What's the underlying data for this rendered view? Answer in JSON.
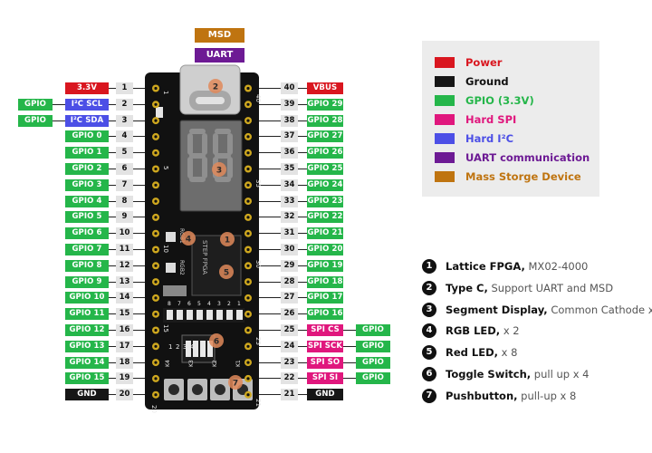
{
  "colors": {
    "power": "#d9161f",
    "ground": "#161616",
    "gpio": "#25b64a",
    "spi": "#e0177d",
    "i2c": "#4c4fe6",
    "uart": "#6d1a94",
    "msd": "#bf7410",
    "pinnum_bg": "#e3e3e3",
    "board": "#111111"
  },
  "top_tags": {
    "msd": "MSD",
    "uart": "UART"
  },
  "left_pins": [
    {
      "num": "1",
      "label": "3.3V",
      "type": "power"
    },
    {
      "num": "2",
      "label": "I²C SCL",
      "type": "i2c",
      "ext": "GPIO"
    },
    {
      "num": "3",
      "label": "I²C SDA",
      "type": "i2c",
      "ext": "GPIO"
    },
    {
      "num": "4",
      "label": "GPIO 0",
      "type": "gpio"
    },
    {
      "num": "5",
      "label": "GPIO 1",
      "type": "gpio"
    },
    {
      "num": "6",
      "label": "GPIO 2",
      "type": "gpio"
    },
    {
      "num": "7",
      "label": "GPIO 3",
      "type": "gpio"
    },
    {
      "num": "8",
      "label": "GPIO 4",
      "type": "gpio"
    },
    {
      "num": "9",
      "label": "GPIO 5",
      "type": "gpio"
    },
    {
      "num": "10",
      "label": "GPIO 6",
      "type": "gpio"
    },
    {
      "num": "11",
      "label": "GPIO 7",
      "type": "gpio"
    },
    {
      "num": "12",
      "label": "GPIO 8",
      "type": "gpio"
    },
    {
      "num": "13",
      "label": "GPIO 9",
      "type": "gpio"
    },
    {
      "num": "14",
      "label": "GPIO 10",
      "type": "gpio"
    },
    {
      "num": "15",
      "label": "GPIO 11",
      "type": "gpio"
    },
    {
      "num": "16",
      "label": "GPIO 12",
      "type": "gpio"
    },
    {
      "num": "17",
      "label": "GPIO 13",
      "type": "gpio"
    },
    {
      "num": "18",
      "label": "GPIO 14",
      "type": "gpio"
    },
    {
      "num": "19",
      "label": "GPIO 15",
      "type": "gpio"
    },
    {
      "num": "20",
      "label": "GND",
      "type": "ground"
    }
  ],
  "right_pins": [
    {
      "num": "40",
      "label": "VBUS",
      "type": "power"
    },
    {
      "num": "39",
      "label": "GPIO 29",
      "type": "gpio"
    },
    {
      "num": "38",
      "label": "GPIO 28",
      "type": "gpio"
    },
    {
      "num": "37",
      "label": "GPIO 27",
      "type": "gpio"
    },
    {
      "num": "36",
      "label": "GPIO 26",
      "type": "gpio"
    },
    {
      "num": "35",
      "label": "GPIO 25",
      "type": "gpio"
    },
    {
      "num": "34",
      "label": "GPIO 24",
      "type": "gpio"
    },
    {
      "num": "33",
      "label": "GPIO 23",
      "type": "gpio"
    },
    {
      "num": "32",
      "label": "GPIO 22",
      "type": "gpio"
    },
    {
      "num": "31",
      "label": "GPIO 21",
      "type": "gpio"
    },
    {
      "num": "30",
      "label": "GPIO 20",
      "type": "gpio"
    },
    {
      "num": "29",
      "label": "GPIO 19",
      "type": "gpio"
    },
    {
      "num": "28",
      "label": "GPIO 18",
      "type": "gpio"
    },
    {
      "num": "27",
      "label": "GPIO 17",
      "type": "gpio"
    },
    {
      "num": "26",
      "label": "GPIO 16",
      "type": "gpio"
    },
    {
      "num": "25",
      "label": "SPI CS",
      "type": "spi",
      "ext": "GPIO"
    },
    {
      "num": "24",
      "label": "SPI SCK",
      "type": "spi",
      "ext": "GPIO"
    },
    {
      "num": "23",
      "label": "SPI SO",
      "type": "spi",
      "ext": "GPIO"
    },
    {
      "num": "22",
      "label": "SPI SI",
      "type": "spi",
      "ext": "GPIO"
    },
    {
      "num": "21",
      "label": "GND",
      "type": "ground"
    }
  ],
  "legend": [
    {
      "label": "Power",
      "type": "power"
    },
    {
      "label": "Ground",
      "type": "ground"
    },
    {
      "label": "GPIO (3.3V)",
      "type": "gpio"
    },
    {
      "label": "Hard SPI",
      "type": "spi"
    },
    {
      "label": "Hard I²C",
      "type": "i2c"
    },
    {
      "label": "UART communication",
      "type": "uart"
    },
    {
      "label": "Mass Storge Device",
      "type": "msd"
    }
  ],
  "features": [
    {
      "num": "1",
      "title": "Lattice FPGA,",
      "detail": " MX02-4000"
    },
    {
      "num": "2",
      "title": "Type C,",
      "detail": " Support UART and MSD"
    },
    {
      "num": "3",
      "title": "Segment Display,",
      "detail": " Common Cathode x 2"
    },
    {
      "num": "4",
      "title": "RGB LED,",
      "detail": " x 2"
    },
    {
      "num": "5",
      "title": "Red LED,",
      "detail": " x 8"
    },
    {
      "num": "6",
      "title": "Toggle Switch,",
      "detail": " pull up x 4"
    },
    {
      "num": "7",
      "title": "Pushbutton,",
      "detail": " pull-up x 8"
    }
  ],
  "board": {
    "silk_pin_marks": [
      "1",
      "5",
      "10",
      "15",
      "20",
      "40",
      "35",
      "30",
      "25",
      "21"
    ],
    "chip_text": "STEP FPGA",
    "rgb_labels": [
      "RGB1",
      "RGB2"
    ],
    "switch_numbers": [
      "1",
      "2",
      "3",
      "4"
    ],
    "led_numbers": [
      "8",
      "7",
      "6",
      "5",
      "4",
      "3",
      "2",
      "1"
    ],
    "button_labels": [
      "K4",
      "K3",
      "K2",
      "K1"
    ],
    "markers": [
      "1",
      "2",
      "3",
      "4",
      "5",
      "6",
      "7"
    ]
  }
}
